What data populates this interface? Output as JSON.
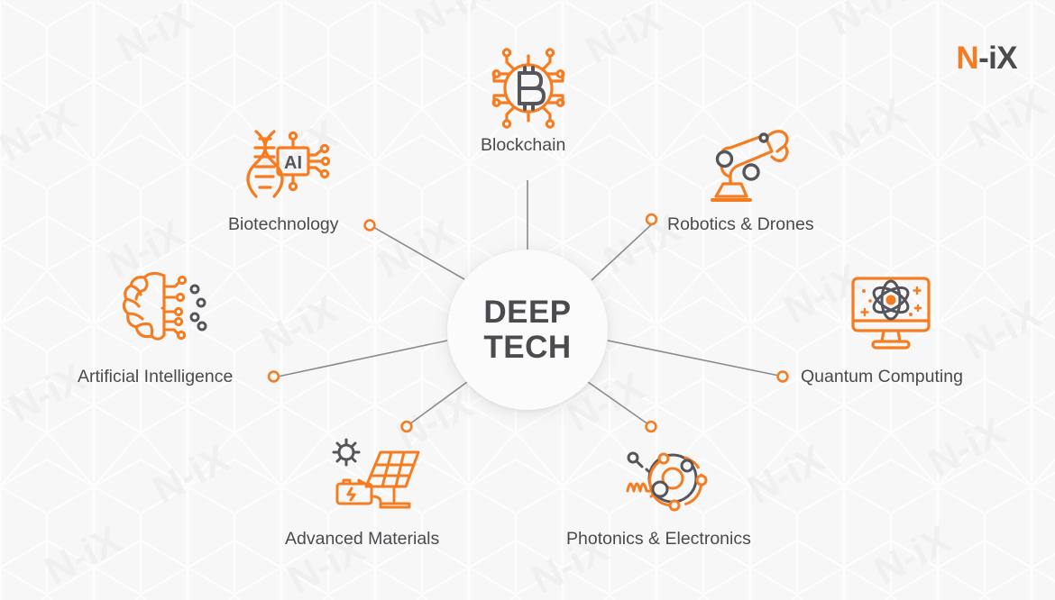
{
  "brand": {
    "logo_primary": "N",
    "logo_secondary": "-iX",
    "accent_color": "#f57c20",
    "text_color": "#4a4a4f",
    "watermark_text": "N-iX"
  },
  "background": {
    "base_color": "#f7f7f7",
    "mesh_line_color": "#fdfdfd",
    "watermark_color": "#f0f0f0"
  },
  "hub": {
    "line1": "DEEP",
    "line2": "TECH",
    "bg_color": "#fbfbfb"
  },
  "connectors": {
    "line_color": "#8a8a90",
    "dot_color": "#f57c20"
  },
  "nodes": [
    {
      "id": "blockchain",
      "label": "Blockchain",
      "icon": "blockchain-bitcoin-circuit-icon",
      "dot": null
    },
    {
      "id": "biotechnology",
      "label": "Biotechnology",
      "icon": "dna-ai-chip-icon",
      "dot": "visible"
    },
    {
      "id": "artificial-intelligence",
      "label": "Artificial Intelligence",
      "icon": "brain-circuit-icon",
      "dot": "visible"
    },
    {
      "id": "advanced-materials",
      "label": "Advanced Materials",
      "icon": "solar-panel-battery-icon",
      "dot": "visible"
    },
    {
      "id": "photonics-electronics",
      "label": "Photonics & Electronics",
      "icon": "photon-atom-wave-icon",
      "dot": "visible"
    },
    {
      "id": "quantum-computing",
      "label": "Quantum Computing",
      "icon": "monitor-atom-icon",
      "dot": "visible"
    },
    {
      "id": "robotics-drones",
      "label": "Robotics & Drones",
      "icon": "robot-arm-icon",
      "dot": "visible"
    }
  ]
}
